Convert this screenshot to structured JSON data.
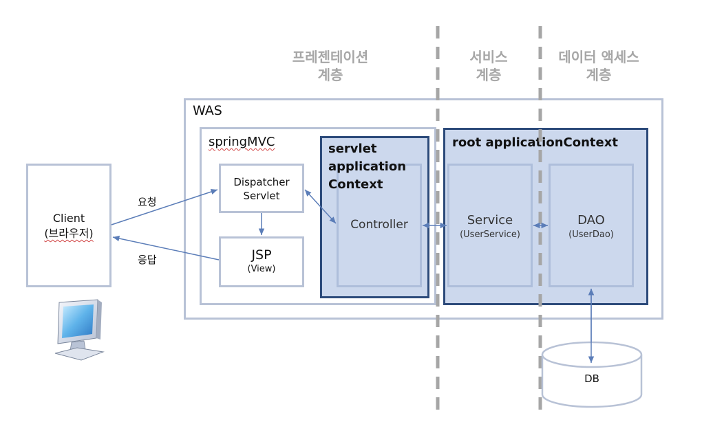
{
  "layers": {
    "presentation": {
      "line1": "프레젠테이션",
      "line2": "계층"
    },
    "service": {
      "line1": "서비스",
      "line2": "계층"
    },
    "data_access": {
      "line1": "데이터 액세스",
      "line2": "계층"
    }
  },
  "was": {
    "label": "WAS"
  },
  "spring_mvc": {
    "label": "springMVC"
  },
  "client": {
    "line1": "Client",
    "line2": "(브라우저)"
  },
  "dispatcher": {
    "line1": "Dispatcher",
    "line2": "Servlet"
  },
  "jsp": {
    "title": "JSP",
    "subtitle": "(View)"
  },
  "servlet_context": {
    "line1": "servlet",
    "line2": "application",
    "line3": "Context"
  },
  "controller": {
    "label": "Controller"
  },
  "root_context": {
    "label": "root applicationContext"
  },
  "service": {
    "title": "Service",
    "subtitle": "(UserService)"
  },
  "dao": {
    "title": "DAO",
    "subtitle": "(UserDao)"
  },
  "db": {
    "label": "DB"
  },
  "arrows": {
    "request_label": "요청",
    "response_label": "응답"
  },
  "colors": {
    "arrow": "#5b7db8",
    "context_border": "#2c4a7a",
    "context_fill": "#ccd8ed",
    "outline": "#b8c2d6",
    "layer_divider": "#a6a6a6",
    "layer_text": "#a6a6a6"
  }
}
